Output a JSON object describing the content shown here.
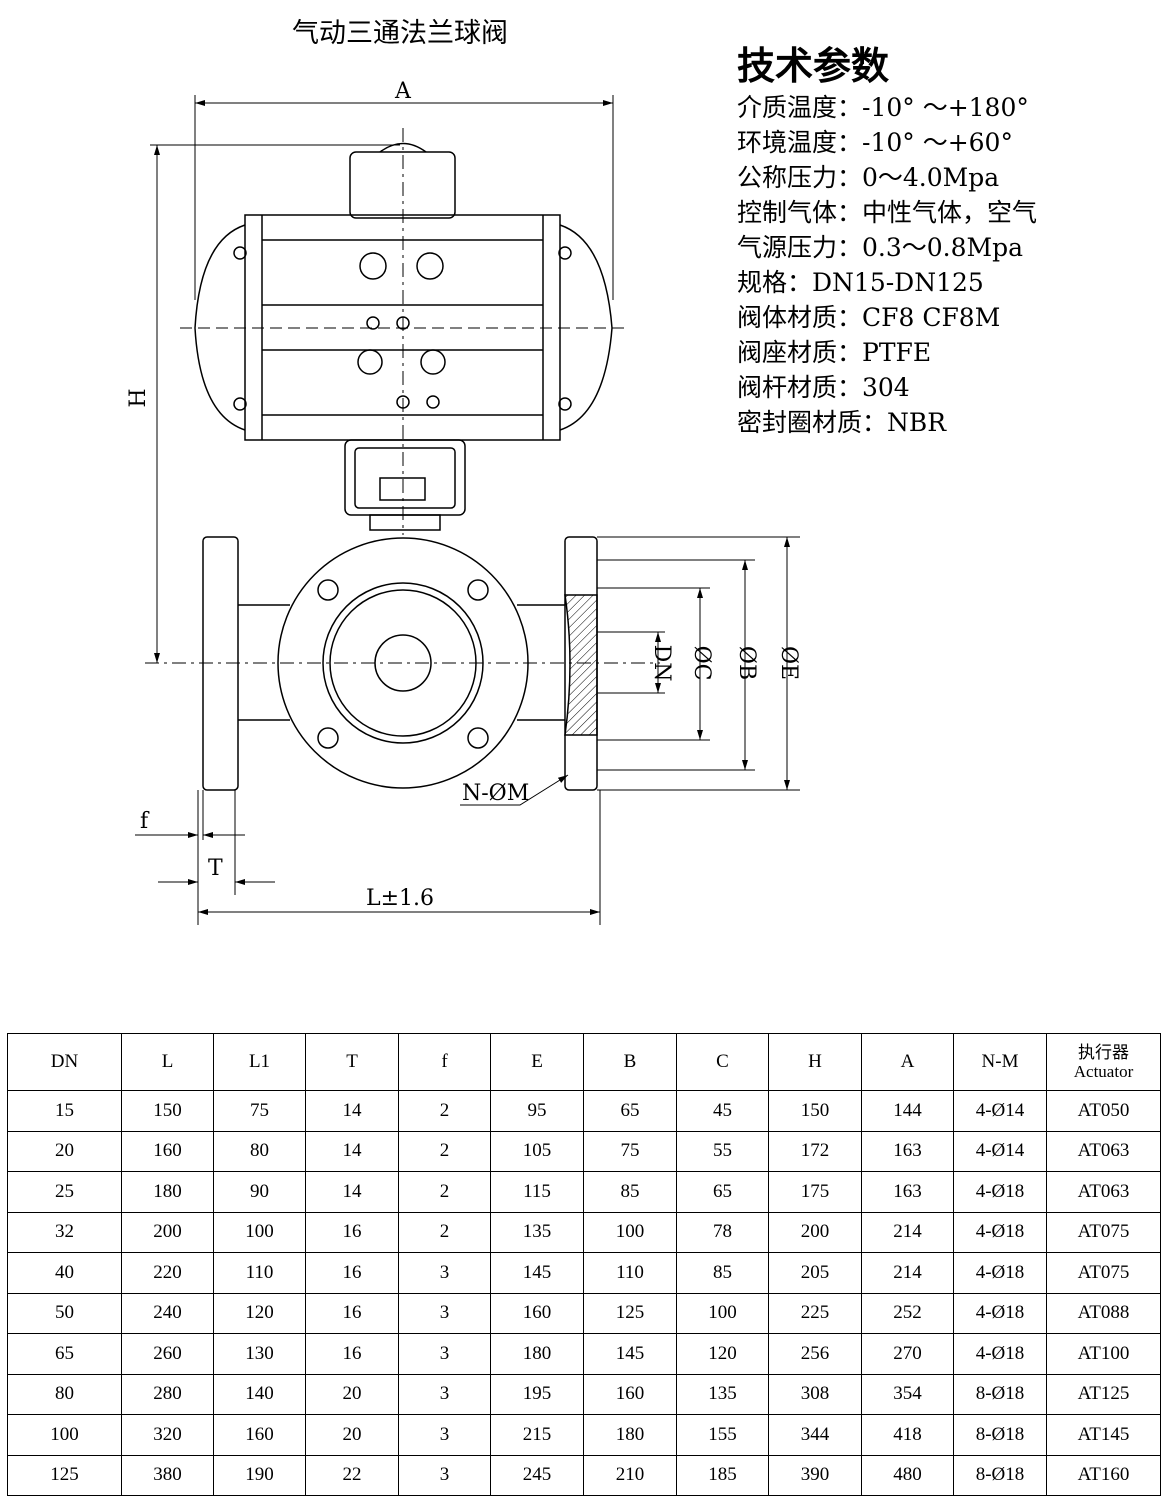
{
  "title": "气动三通法兰球阀",
  "specs": {
    "heading": "技术参数",
    "lines": [
      "介质温度：-10° ～+180°",
      "环境温度：-10° ～+60°",
      "公称压力：0～4.0Mpa",
      "控制气体：中性气体，空气",
      "气源压力：0.3～0.8Mpa",
      "规格：DN15-DN125",
      "阀体材质：CF8 CF8M",
      "阀座材质：PTFE",
      "阀杆材质：304",
      "密封圈材质：NBR"
    ]
  },
  "dimensions": {
    "A": "A",
    "H": "H",
    "DN": "DN",
    "C": "ØC",
    "B": "ØB",
    "E": "ØE",
    "NM": "N-ØM",
    "f": "f",
    "T": "T",
    "L": "L±1.6"
  },
  "table": {
    "headers": [
      "DN",
      "L",
      "L1",
      "T",
      "f",
      "E",
      "B",
      "C",
      "H",
      "A",
      "N-M"
    ],
    "actuator_header": [
      "执行器",
      "Actuator"
    ],
    "rows": [
      [
        "15",
        "150",
        "75",
        "14",
        "2",
        "95",
        "65",
        "45",
        "150",
        "144",
        "4-Ø14",
        "AT050"
      ],
      [
        "20",
        "160",
        "80",
        "14",
        "2",
        "105",
        "75",
        "55",
        "172",
        "163",
        "4-Ø14",
        "AT063"
      ],
      [
        "25",
        "180",
        "90",
        "14",
        "2",
        "115",
        "85",
        "65",
        "175",
        "163",
        "4-Ø18",
        "AT063"
      ],
      [
        "32",
        "200",
        "100",
        "16",
        "2",
        "135",
        "100",
        "78",
        "200",
        "214",
        "4-Ø18",
        "AT075"
      ],
      [
        "40",
        "220",
        "110",
        "16",
        "3",
        "145",
        "110",
        "85",
        "205",
        "214",
        "4-Ø18",
        "AT075"
      ],
      [
        "50",
        "240",
        "120",
        "16",
        "3",
        "160",
        "125",
        "100",
        "225",
        "252",
        "4-Ø18",
        "AT088"
      ],
      [
        "65",
        "260",
        "130",
        "16",
        "3",
        "180",
        "145",
        "120",
        "256",
        "270",
        "4-Ø18",
        "AT100"
      ],
      [
        "80",
        "280",
        "140",
        "20",
        "3",
        "195",
        "160",
        "135",
        "308",
        "354",
        "8-Ø18",
        "AT125"
      ],
      [
        "100",
        "320",
        "160",
        "20",
        "3",
        "215",
        "180",
        "155",
        "344",
        "418",
        "8-Ø18",
        "AT145"
      ],
      [
        "125",
        "380",
        "190",
        "22",
        "3",
        "245",
        "210",
        "185",
        "390",
        "480",
        "8-Ø18",
        "AT160"
      ]
    ]
  }
}
